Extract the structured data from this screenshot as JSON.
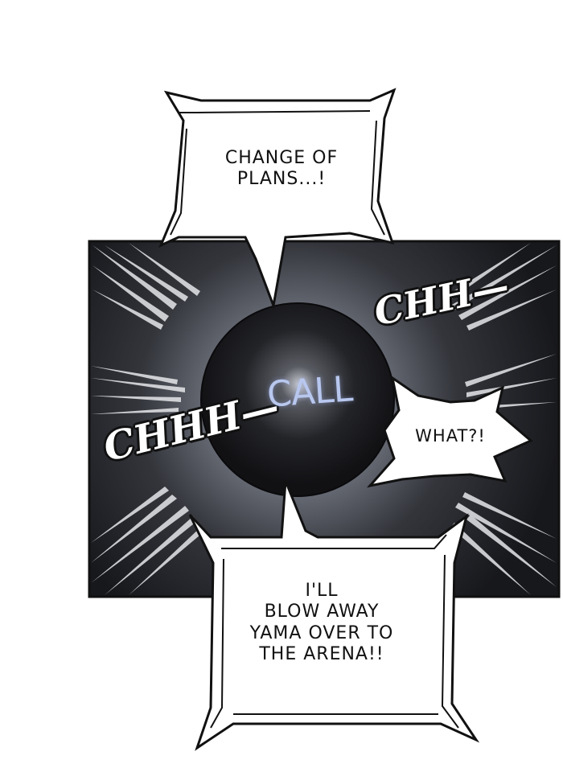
{
  "panel": {
    "top_bubble": {
      "lines": [
        "CHANGE OF",
        "PLANS...!"
      ]
    },
    "bottom_bubble": {
      "lines": [
        "I'LL",
        "BLOW AWAY",
        "YAMA OVER TO",
        "THE ARENA!!"
      ]
    },
    "right_bubble": {
      "text": "WHAT?!"
    },
    "sound_effects": {
      "right": "CHH—",
      "left": "CHHH—"
    },
    "orb_label": "CALL"
  },
  "colors": {
    "panel_background": "#1b1c20",
    "orb": "#1a1a1e",
    "orb_label": "#b8c7ee",
    "bubble_fill": "#ffffff",
    "outline": "#111111"
  }
}
